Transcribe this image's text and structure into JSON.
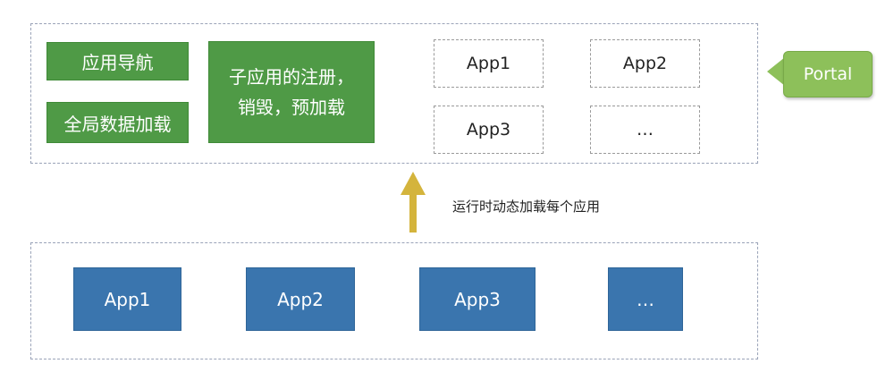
{
  "portal": {
    "label": "Portal",
    "core_items": [
      "应用导航",
      "全局数据加载"
    ],
    "lifecycle_text": "子应用的注册，销毁，预加载",
    "slots": [
      "App1",
      "App2",
      "App3",
      "…"
    ]
  },
  "arrow": {
    "caption": "运行时动态加载每个应用"
  },
  "apps": [
    "App1",
    "App2",
    "App3",
    "…"
  ],
  "colors": {
    "green": "#4f9a46",
    "portal_green": "#8dc05a",
    "blue": "#3a75ae",
    "arrow": "#d4b43c",
    "dashed_border": "#9aa3b8"
  }
}
